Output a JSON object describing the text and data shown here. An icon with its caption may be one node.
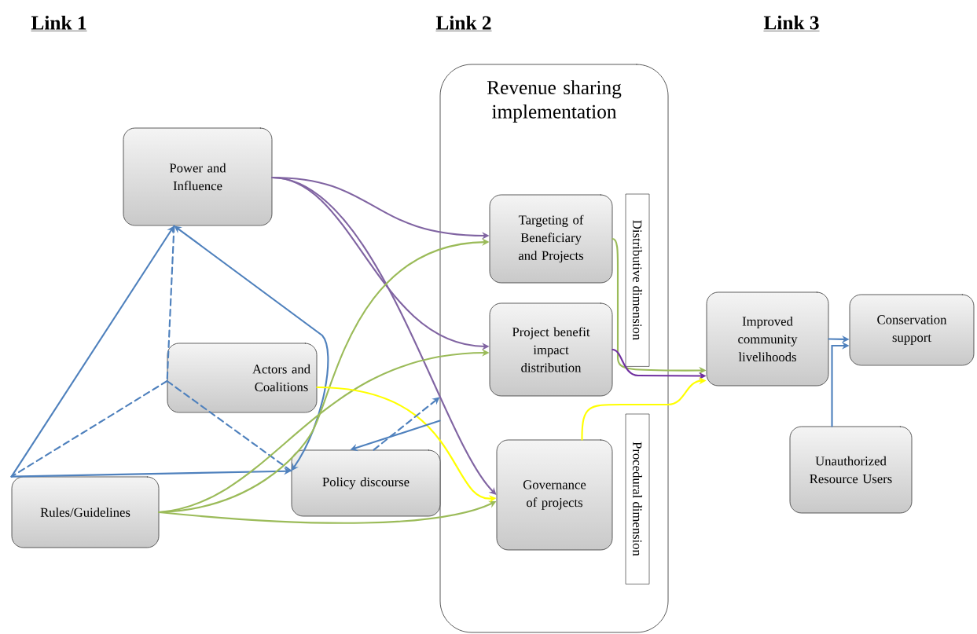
{
  "diagram": {
    "nodes": [
      {
        "text": [
          "Revenue sharing implementation"
        ]
      },
      {
        "text": [
          "Power and Influence"
        ]
      },
      {
        "text": [
          "Actors and Coalitions"
        ]
      },
      {
        "text": [
          "Rules/Guidelines"
        ]
      },
      {
        "text": [
          "Policy discourse"
        ]
      },
      {
        "text": [
          "Targeting of Beneficiary and Projects"
        ],
        "in": 0
      },
      {
        "text": [
          "Project benefit impact distribution"
        ],
        "in": 0
      },
      {
        "text": [
          "Governance of projects"
        ],
        "in": 0
      },
      {
        "text": [
          "Distributive dimension"
        ],
        "in": 0
      },
      {
        "text": [
          "Procedural dimension"
        ],
        "in": 0
      },
      {
        "text": [
          "Improved community livelihoods"
        ]
      },
      {
        "text": [
          "Conservation support"
        ]
      },
      {
        "text": [
          "Unauthorized Resource Users"
        ]
      }
    ],
    "edges": [
      {
        "from": 3,
        "to": 1,
        "arrow": "to",
        "color": "#4f81bd"
      },
      {
        "from": 1,
        "to": 4,
        "arrow": "both",
        "color": "#4f81bd"
      },
      {
        "from": 3,
        "to": 4,
        "arrow": "to",
        "color": "#4f81bd"
      },
      {
        "from": 1,
        "to": 2,
        "arrow": "none",
        "style": "dashed",
        "color": "#4f81bd"
      },
      {
        "from": 2,
        "to": 3,
        "arrow": "none",
        "style": "dashed",
        "color": "#4f81bd"
      },
      {
        "from": 2,
        "to": 4,
        "arrow": "none",
        "style": "dashed",
        "color": "#4f81bd"
      },
      {
        "from": 1,
        "to": 5,
        "arrow": "to",
        "color": "#8064a2"
      },
      {
        "from": 1,
        "to": 6,
        "arrow": "to",
        "color": "#8064a2"
      },
      {
        "from": 1,
        "to": 7,
        "arrow": "to",
        "color": "#8064a2"
      },
      {
        "from": 3,
        "to": 5,
        "arrow": "to",
        "color": "#9bbb59"
      },
      {
        "from": 3,
        "to": 6,
        "arrow": "to",
        "color": "#9bbb59"
      },
      {
        "from": 3,
        "to": 7,
        "arrow": "to",
        "color": "#9bbb59"
      },
      {
        "from": 2,
        "to": 7,
        "arrow": "to",
        "color": "#ffff00"
      },
      {
        "from": 4,
        "to": 0,
        "arrow": "to",
        "style": "dashed",
        "color": "#4f81bd"
      },
      {
        "from": 0,
        "to": 4,
        "arrow": "to",
        "color": "#4f81bd"
      },
      {
        "from": 5,
        "to": 10,
        "arrow": "to",
        "color": "#9bbb59"
      },
      {
        "from": 6,
        "to": 10,
        "arrow": "to",
        "color": "#7030a0"
      },
      {
        "from": 7,
        "to": 10,
        "arrow": "to",
        "color": "#ffff00"
      },
      {
        "from": 10,
        "to": 11,
        "arrow": "to",
        "color": "#4f81bd"
      },
      {
        "from": 12,
        "to": 11,
        "arrow": "to",
        "color": "#4f81bd"
      }
    ],
    "labels": [
      "Link 1",
      "Link 2",
      "Link 3"
    ]
  }
}
